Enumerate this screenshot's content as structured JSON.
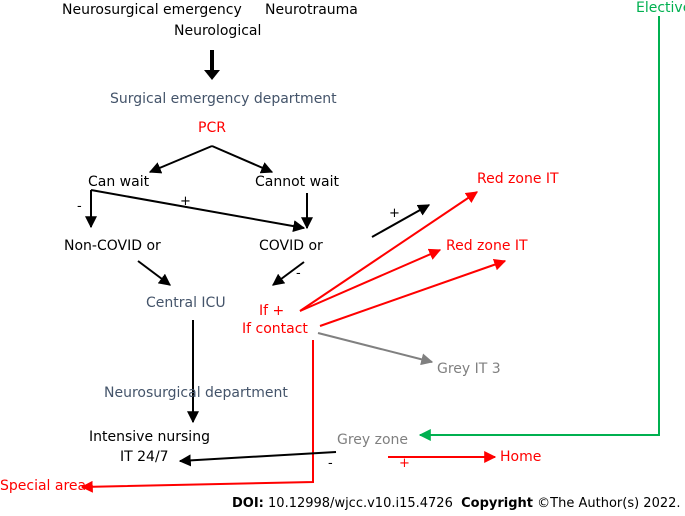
{
  "nodes": {
    "neurosurgical_emergency": "Neurosurgical emergency",
    "neurotrauma": "Neurotrauma",
    "neurological": "Neurological",
    "elective": "Elective",
    "surgical_emergency_department": "Surgical emergency department",
    "pcr": "PCR",
    "can_wait": "Can wait",
    "cannot_wait": "Cannot wait",
    "non_covid": "Non-COVID or",
    "covid": "COVID or",
    "red_zone_it_1": "Red zone IT",
    "red_zone_it_2": "Red zone IT",
    "central_icu": "Central ICU",
    "if_plus": "If +",
    "if_contact": "If contact",
    "grey_it_3": "Grey IT 3",
    "neurosurgical_department": "Neurosurgical department",
    "intensive_nursing": "Intensive nursing",
    "it_24_7": "IT 24/7",
    "grey_zone": "Grey zone",
    "home": "Home",
    "special_area": "Special area"
  },
  "signs": {
    "minus": "-",
    "plus": "+"
  },
  "footer": {
    "doi_label": "DOI:",
    "doi_value": "10.12998/wjcc.v10.i15.4726",
    "copyright_label": "Copyright",
    "copyright_text": "©The Author(s) 2022."
  },
  "colors": {
    "black": "#000000",
    "red": "#ff0000",
    "grey": "#808080",
    "green": "#00b050",
    "blue_grey": "#44546a"
  }
}
